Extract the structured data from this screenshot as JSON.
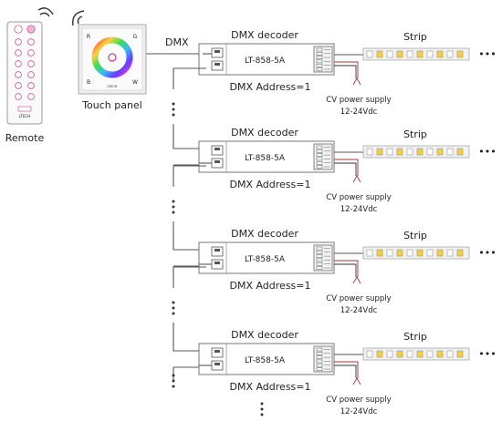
{
  "remote": {
    "label": "Remote",
    "brand": "LTECH"
  },
  "touch_panel": {
    "label": "Touch panel",
    "brand": "LTECH",
    "corner_letters": [
      "R",
      "G",
      "B",
      "W"
    ]
  },
  "link_label": "DMX",
  "decoders": [
    {
      "title": "DMX decoder",
      "model": "LT-858-5A",
      "address": "DMX Address=1"
    },
    {
      "title": "DMX decoder",
      "model": "LT-858-5A",
      "address": "DMX Address=1"
    },
    {
      "title": "DMX decoder",
      "model": "LT-858-5A",
      "address": "DMX Address=1"
    },
    {
      "title": "DMX decoder",
      "model": "LT-858-5A",
      "address": "DMX Address=1"
    }
  ],
  "power_supply": {
    "line1": "CV power supply",
    "line2": "12-24Vdc"
  },
  "strip_label": "Strip",
  "continuation": "•••",
  "colors": {
    "line": "#555555",
    "device_outline": "#777777",
    "accent_pink": "#cc3a8a",
    "led_yellow": "#f4d03f",
    "strip_body": "#f1f1f1"
  }
}
